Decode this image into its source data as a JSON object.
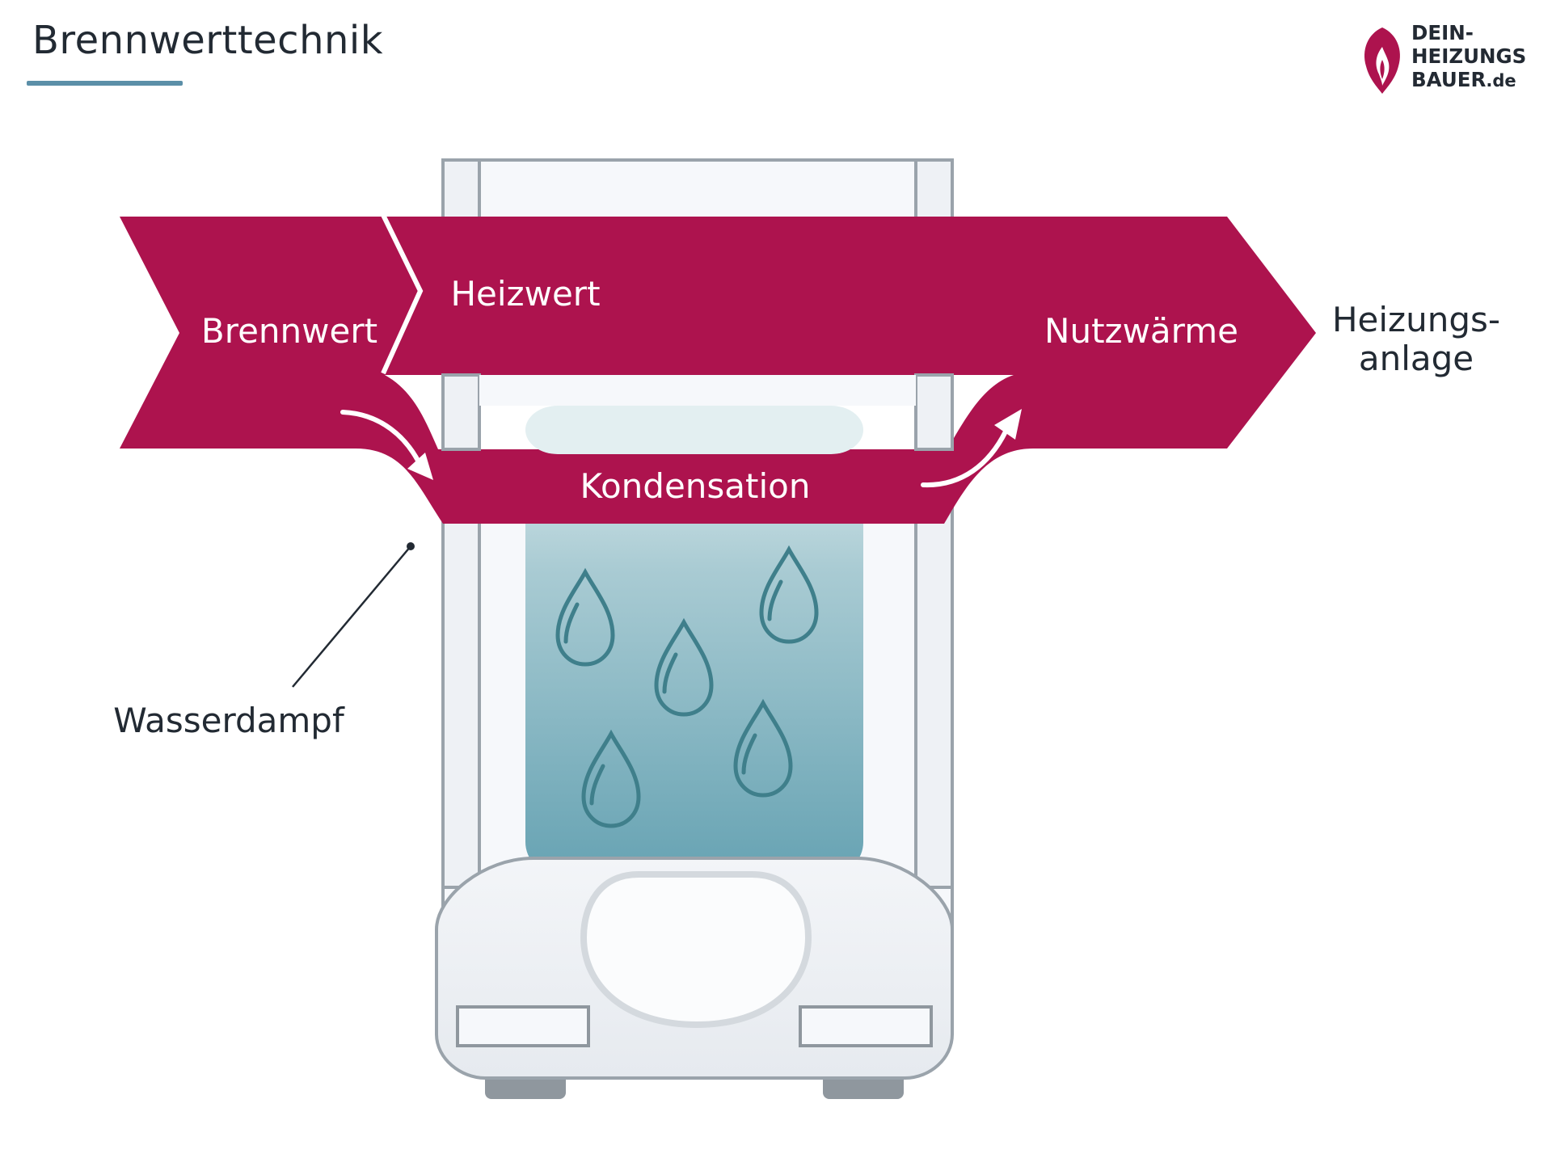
{
  "title": "Brennwerttechnik",
  "logo": {
    "line1": "DEIN-",
    "line2": "HEIZUNGS",
    "line3": "BAUER",
    "suffix": ".de"
  },
  "diagram": {
    "brennwert": "Brennwert",
    "heizwert": "Heizwert",
    "nutzwaerme": "Nutzwärme",
    "kondensation": "Kondensation",
    "heizungsanlage_line1": "Heizungs-",
    "heizungsanlage_line2": "anlage",
    "wasserdampf": "Wasserdampf"
  },
  "colors": {
    "accent": "#ad134e",
    "rule": "#5b8fa8",
    "water_top": "#cfe3e7",
    "water_bottom": "#67a3b3",
    "drop_stroke": "#3f7f8b",
    "unit_stroke": "#9aa3ab",
    "unit_fill": "#eef1f5"
  }
}
